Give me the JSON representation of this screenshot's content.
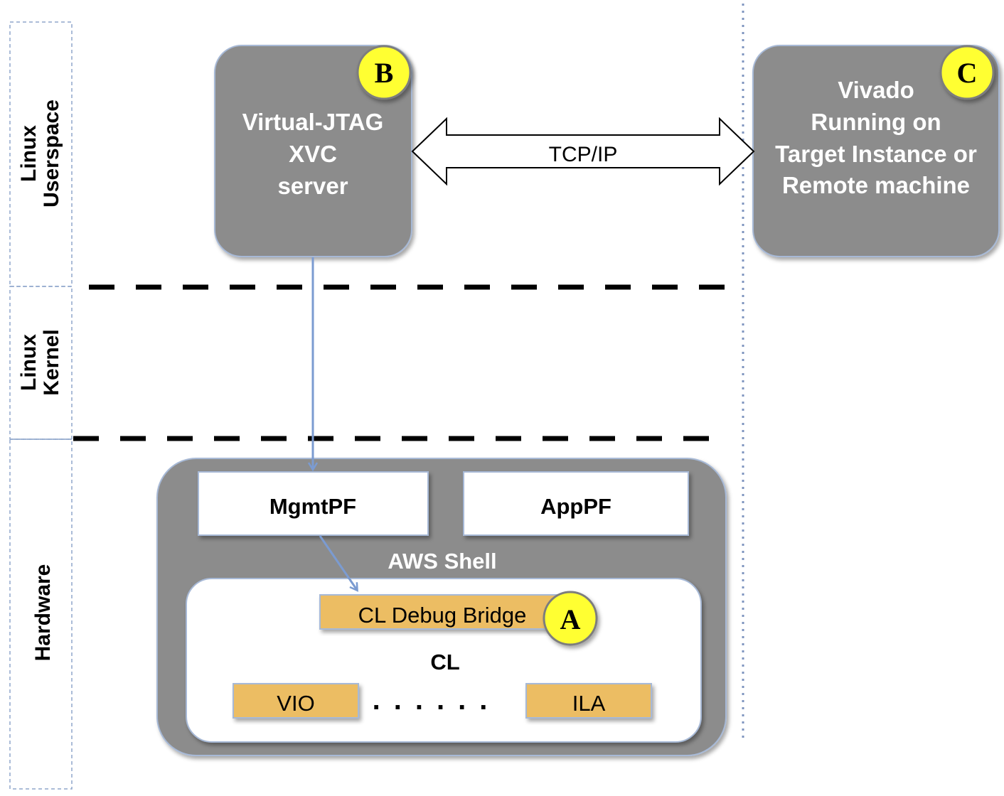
{
  "layers": {
    "userspace": [
      "Linux",
      "Userspace"
    ],
    "kernel": [
      "Linux",
      "Kernel"
    ],
    "hardware": "Hardware"
  },
  "xvc_server": {
    "lines": [
      "Virtual-JTAG",
      "XVC",
      "server"
    ],
    "badge": "B"
  },
  "vivado": {
    "lines": [
      "Vivado",
      "Running on",
      "Target Instance or",
      "Remote machine"
    ],
    "badge": "C"
  },
  "link": {
    "label": "TCP/IP"
  },
  "aws_shell": {
    "label": "AWS Shell",
    "mgmt_pf": "MgmtPF",
    "app_pf": "AppPF"
  },
  "cl": {
    "label": "CL",
    "debug_bridge": "CL Debug Bridge",
    "debug_bridge_badge": "A",
    "vio": "VIO",
    "ila": "ILA",
    "ellipsis": "......"
  },
  "colors": {
    "box_gray": "#8c8c8c",
    "box_border": "#a7b9d6",
    "badge_fill": "#ffff33",
    "orange_block": "#ecbd63",
    "arrow_blue": "#7b9bd1",
    "divider": "#000000"
  }
}
